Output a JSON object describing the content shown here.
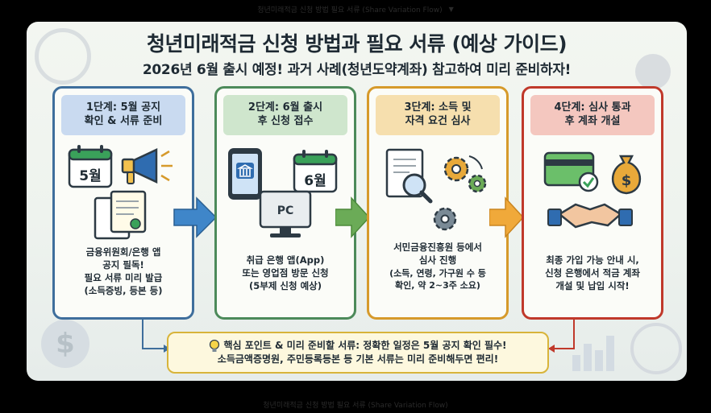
{
  "window": {
    "top_label": "청년미래적금 신청 방법 필요 서류 (Share Variation Flow)",
    "bottom_label": "청년미래적금 신청 방법 필요 서류 (Share Variation Flow)"
  },
  "title": "청년미래적금 신청 방법과 필요 서류 (예상 가이드)",
  "subtitle": "2026년 6월 출시 예정! 과거 사례(청년도약계좌) 참고하여 미리 준비하자!",
  "steps": [
    {
      "heading_1": "1단계: 5월 공지",
      "heading_2": "확인 & 서류 준비",
      "calendar_label": "5월",
      "desc": [
        "금융위원회/은행 앱",
        "공지 필독!",
        "필요 서류 미리 발급",
        "(소득증빙, 등본 등)"
      ],
      "icons": [
        "calendar-icon",
        "megaphone-icon",
        "document-icon"
      ]
    },
    {
      "heading_1": "2단계: 6월 출시",
      "heading_2": "후 신청 접수",
      "calendar_label": "6월",
      "pc_label": "PC",
      "desc": [
        "취급 은행 앱(App)",
        "또는 영업점 방문 신청",
        "(5부제 신청 예상)"
      ],
      "icons": [
        "smartphone-bank-icon",
        "calendar-icon",
        "pc-icon"
      ]
    },
    {
      "heading_1": "3단계: 소득 및",
      "heading_2": "자격 요건 심사",
      "desc": [
        "서민금융진흥원 등에서",
        "심사 진행",
        "(소득, 연령, 가구원 수 등",
        "확인, 약 2~3주 소요)"
      ],
      "icons": [
        "document-search-icon",
        "gear-icon"
      ]
    },
    {
      "heading_1": "4단계: 심사 통과",
      "heading_2": "후 계좌 개설",
      "desc": [
        "최종 가입 가능 안내 시,",
        "신청 은행에서 적금 계좌",
        "개설 및 납입 시작!"
      ],
      "icons": [
        "card-check-icon",
        "money-bag-icon",
        "handshake-icon"
      ]
    }
  ],
  "tip": {
    "line1": "핵심 포인트 & 미리 준비할 서류: 정확한 일정은 5월 공지 확인 필수!",
    "line2": "소득금액증명원, 주민등록등본 등 기본 서류는 미리 준비해두면 편리!"
  },
  "colors": {
    "step1": "#3e6e9c",
    "step2": "#4c8a5a",
    "step3": "#d69a2b",
    "step4": "#c0392b",
    "arrow_blue": "#3f86c9",
    "arrow_green": "#6bab57",
    "arrow_orange": "#f0a93a"
  }
}
